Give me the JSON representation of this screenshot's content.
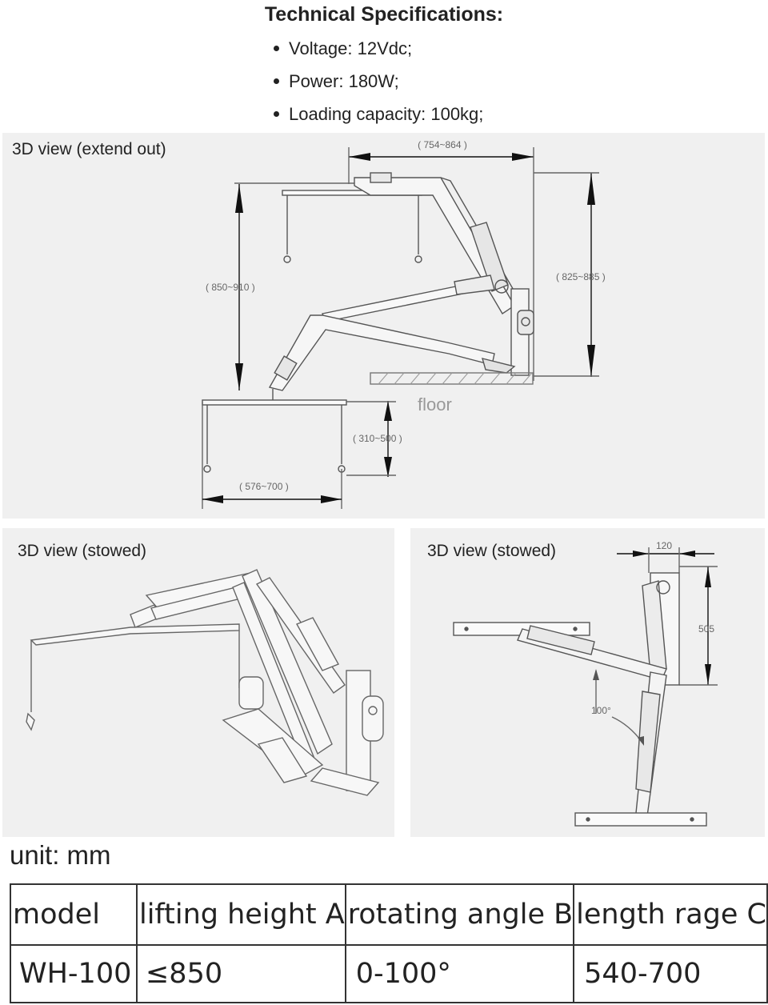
{
  "heading": "Technical Specifications:",
  "specs": [
    "Voltage: 12Vdc;",
    "Power: 180W;",
    "Loading capacity: 100kg;"
  ],
  "panels": {
    "extend": {
      "title": "3D view (extend out)",
      "dim_width": "( 754~864 )",
      "dim_height_left": "( 850~910 )",
      "dim_height_right": "( 825~885 )",
      "floor_label": "floor",
      "dim_bottom_height": "( 310~500 )",
      "dim_bottom_width": "( 576~700 )"
    },
    "stowed_left": {
      "title": "3D view (stowed)"
    },
    "stowed_right": {
      "title": "3D view (stowed)",
      "dim_top": "120",
      "dim_side": "505",
      "angle": "100°"
    }
  },
  "unit_label": "unit: mm",
  "table": {
    "headers": [
      "model",
      "lifting height A",
      "rotating angle B",
      "length rage C"
    ],
    "row": [
      "WH-100",
      "≤850",
      "0-100°",
      "540-700"
    ]
  }
}
